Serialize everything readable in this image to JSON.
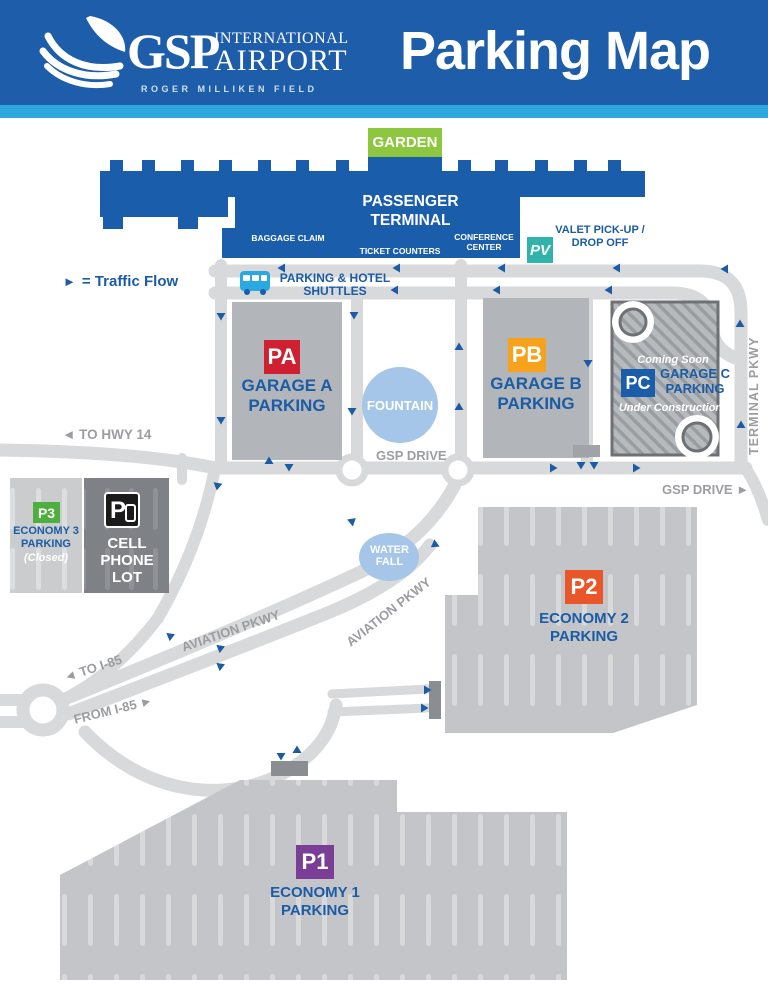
{
  "header": {
    "logo": {
      "acronym": "GSP",
      "word1": "INTERNATIONAL",
      "word2": "AIRPORT",
      "tagline": "ROGER MILLIKEN FIELD"
    },
    "title": "Parking Map"
  },
  "legend": {
    "flow_icon": "►",
    "flow_label": "= Traffic Flow"
  },
  "terminal": {
    "garden": "GARDEN",
    "name": "PASSENGER TERMINAL",
    "baggage_claim": "BAGGAGE CLAIM",
    "ticket_counters": "TICKET COUNTERS",
    "conference_center": "CONFERENCE CENTER",
    "valet_code": "PV",
    "valet_label": "VALET PICK-UP / DROP OFF",
    "shuttles_label": "PARKING & HOTEL SHUTTLES"
  },
  "garages": [
    {
      "code": "PA",
      "name": "GARAGE A PARKING",
      "color": "#ce2030"
    },
    {
      "code": "PB",
      "name": "GARAGE B PARKING",
      "color": "#f6a21d"
    },
    {
      "code": "PC",
      "name": "GARAGE C PARKING",
      "color": "#1a5dab",
      "note_top": "Coming Soon",
      "note_bottom": "Under Construction"
    }
  ],
  "lots": [
    {
      "code": "P1",
      "name": "ECONOMY 1 PARKING",
      "color": "#7b3e97"
    },
    {
      "code": "P2",
      "name": "ECONOMY 2 PARKING",
      "color": "#e8562a"
    },
    {
      "code": "P3",
      "name": "ECONOMY 3 PARKING",
      "status": "(Closed)",
      "color": "#4caf3e"
    }
  ],
  "cell_phone_lot": {
    "label": "CELL PHONE LOT",
    "icon_letter": "P"
  },
  "landmarks": {
    "fountain": "FOUNTAIN",
    "waterfall": "WATER FALL"
  },
  "roads": {
    "gsp_drive_center": "GSP DRIVE",
    "gsp_drive_east": "GSP DRIVE",
    "terminal_pkwy": "TERMINAL PKWY",
    "aviation_pkwy_west": "AVIATION PKWY",
    "aviation_pkwy_east": "AVIATION PKWY",
    "to_hwy_14": "TO HWY 14",
    "to_i85": "TO I-85",
    "from_i85": "FROM I-85"
  },
  "icons": {
    "arrow_west": "◄",
    "arrow_east": "►"
  },
  "colors": {
    "header_blue": "#1e5da9",
    "accent_strip": "#2ea7de",
    "terminal_blue": "#1a5dab",
    "road_gray": "#d8d9db",
    "lot_gray": "#c3c5c8",
    "garage_gray": "#b2b5b9",
    "text_blue": "#1b5ca5",
    "water_blue": "#a5c6e8",
    "valet_teal": "#2fb3aa",
    "garden_green": "#8dc63f",
    "arrow_blue": "#1b5ca5"
  }
}
